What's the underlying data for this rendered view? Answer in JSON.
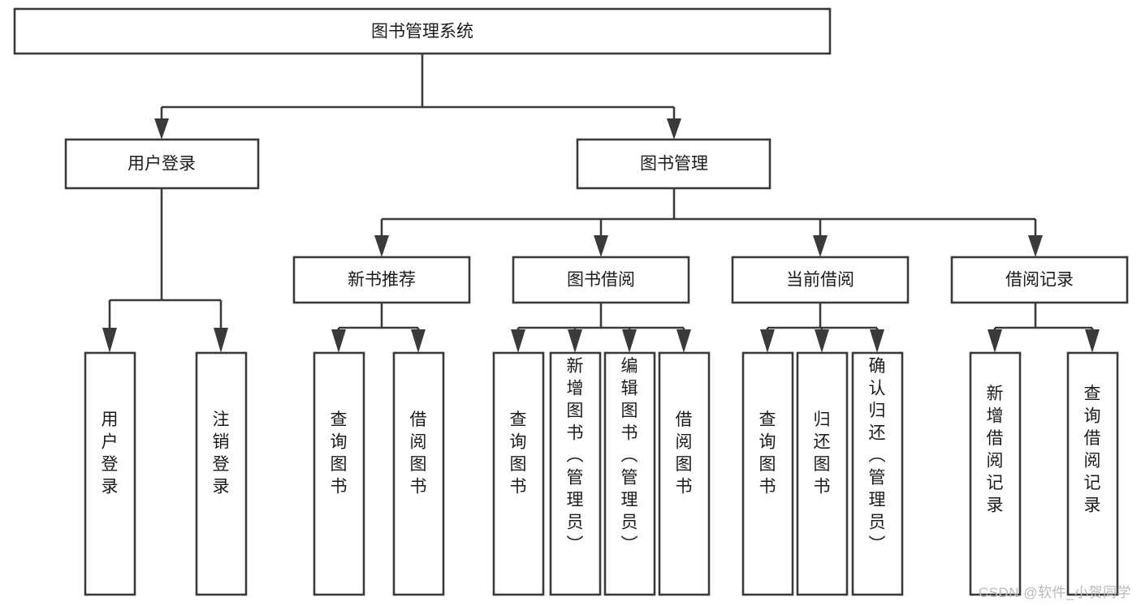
{
  "diagram": {
    "type": "tree-hierarchy",
    "title": "图书管理系统",
    "orientation": "top-down",
    "colors": {
      "box_stroke": "#3a3a3a",
      "box_fill": "#ffffff",
      "connector": "#3a3a3a",
      "text": "#1b1b1b",
      "watermark": "#b9b9b9",
      "background": "#ffffff"
    },
    "root": {
      "id": "root",
      "label": "图书管理系统"
    },
    "level2": [
      {
        "id": "user-login",
        "label": "用户登录"
      },
      {
        "id": "book-management",
        "label": "图书管理"
      }
    ],
    "level3": [
      {
        "id": "new-book-recommend",
        "label": "新书推荐",
        "parent": "book-management"
      },
      {
        "id": "book-borrow",
        "label": "图书借阅",
        "parent": "book-management"
      },
      {
        "id": "current-borrow",
        "label": "当前借阅",
        "parent": "book-management"
      },
      {
        "id": "borrow-record",
        "label": "借阅记录",
        "parent": "book-management"
      }
    ],
    "leaves": [
      {
        "id": "leaf-user-login",
        "label": "用户登录",
        "parent": "user-login"
      },
      {
        "id": "leaf-logout-login",
        "label": "注销登录",
        "parent": "user-login"
      },
      {
        "id": "leaf-query-book-1",
        "label": "查询图书",
        "parent": "new-book-recommend"
      },
      {
        "id": "leaf-borrow-book-1",
        "label": "借阅图书",
        "parent": "new-book-recommend"
      },
      {
        "id": "leaf-query-book-2",
        "label": "查询图书",
        "parent": "book-borrow"
      },
      {
        "id": "leaf-add-book",
        "label": "新增图书（管理员）",
        "parent": "book-borrow"
      },
      {
        "id": "leaf-edit-book",
        "label": "编辑图书（管理员）",
        "parent": "book-borrow"
      },
      {
        "id": "leaf-borrow-book-2",
        "label": "借阅图书",
        "parent": "book-borrow"
      },
      {
        "id": "leaf-query-book-3",
        "label": "查询图书",
        "parent": "current-borrow"
      },
      {
        "id": "leaf-return-book",
        "label": "归还图书",
        "parent": "current-borrow"
      },
      {
        "id": "leaf-confirm-return",
        "label": "确认归还（管理员）",
        "parent": "current-borrow"
      },
      {
        "id": "leaf-add-borrow-record",
        "label": "新增借阅记录",
        "parent": "borrow-record"
      },
      {
        "id": "leaf-query-borrow-record",
        "label": "查询借阅记录",
        "parent": "borrow-record"
      }
    ],
    "watermark": "CSDN @软件_小贺同学"
  }
}
